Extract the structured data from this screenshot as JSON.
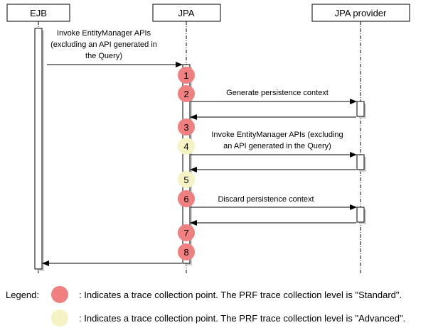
{
  "actors": {
    "ejb": "EJB",
    "jpa": "JPA",
    "provider": "JPA provider"
  },
  "messages": {
    "invoke_em_1": [
      "Invoke EntityManager APIs",
      "(excluding an API generated in",
      "the Query)"
    ],
    "generate_ctx": "Generate persistence context",
    "invoke_em_2": [
      "Invoke EntityManager APIs (excluding",
      "an API generated in the Query)"
    ],
    "discard_ctx": "Discard persistence context"
  },
  "points": [
    {
      "num": "1",
      "level": "standard"
    },
    {
      "num": "2",
      "level": "standard"
    },
    {
      "num": "3",
      "level": "standard"
    },
    {
      "num": "4",
      "level": "advanced"
    },
    {
      "num": "5",
      "level": "advanced"
    },
    {
      "num": "6",
      "level": "standard"
    },
    {
      "num": "7",
      "level": "standard"
    },
    {
      "num": "8",
      "level": "standard"
    }
  ],
  "legend": {
    "title": "Legend:",
    "standard": ": Indicates a trace collection point. The PRF trace collection level is \"Standard\".",
    "advanced": ": Indicates a trace collection point. The PRF trace collection level is \"Advanced\"."
  },
  "colors": {
    "standard": "#f08080",
    "advanced": "#f5f2c4",
    "line": "#000000",
    "activation_shadow": "#d0d0d0"
  }
}
